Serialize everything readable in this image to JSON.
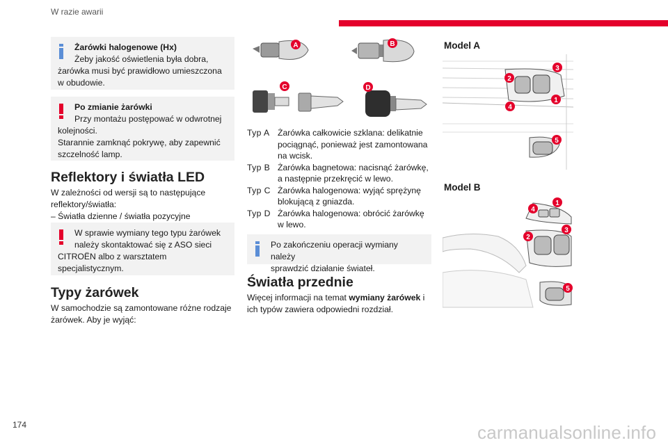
{
  "header": {
    "section": "W razie awarii"
  },
  "page": {
    "number": "174"
  },
  "watermark": "carmanualsonline.info",
  "left": {
    "note1": {
      "title": "Żarówki halogenowe (Hx)",
      "lines": [
        "Żeby jakość oświetlenia była dobra,",
        "żarówka musi być prawidłowo umieszczona",
        "w obudowie."
      ]
    },
    "note2": {
      "title": "Po zmianie żarówki",
      "lines": [
        "Przy montażu postępować w odwrotnej",
        "kolejności.",
        "Starannie zamknąć pokrywę, aby zapewnić",
        "szczelność lamp."
      ]
    },
    "heading1": "Reflektory i światła LED",
    "para1": [
      "W zależności od wersji są to następujące",
      "reflektory/światła:",
      "–  Światła dzienne / światła pozycyjne"
    ],
    "note3": {
      "lines": [
        "W sprawie wymiany tego typu żarówek",
        "należy skontaktować się z ASO sieci",
        "CITROËN albo z warsztatem",
        "specjalistycznym."
      ]
    },
    "heading2": "Typy żarówek",
    "para2": [
      "W samochodzie są zamontowane różne rodzaje",
      "żarówek. Aby je wyjąć:"
    ]
  },
  "middle": {
    "bulb_labels": [
      "A",
      "B",
      "C",
      "D"
    ],
    "types": [
      {
        "key": "Typ A",
        "lines": [
          "Żarówka całkowicie szklana: delikatnie",
          "pociągnąć, ponieważ jest zamontowana",
          "na wcisk."
        ]
      },
      {
        "key": "Typ B",
        "lines": [
          "Żarówka bagnetowa: nacisnąć żarówkę,",
          "a następnie przekręcić w lewo."
        ]
      },
      {
        "key": "Typ C",
        "lines": [
          "Żarówka halogenowa: wyjąć sprężynę",
          "blokującą z gniazda."
        ]
      },
      {
        "key": "Typ D",
        "lines": [
          "Żarówka halogenowa: obrócić żarówkę",
          "w lewo."
        ]
      }
    ],
    "note4": {
      "lines": [
        "Po zakończeniu operacji wymiany należy",
        "sprawdzić działanie świateł."
      ]
    },
    "heading3": "Światła przednie",
    "para3_pre": "Więcej informacji na temat ",
    "para3_bold": "wymiany żarówek",
    "para3_post": " i",
    "para3_line2": "ich typów zawiera odpowiedni rozdział."
  },
  "right": {
    "modelA": {
      "title": "Model A",
      "markers": [
        "2",
        "3",
        "4",
        "1",
        "5"
      ]
    },
    "modelB": {
      "title": "Model B",
      "markers": [
        "4",
        "1",
        "2",
        "3",
        "5"
      ]
    }
  },
  "colors": {
    "accent": "#e4002b",
    "info": "#5b8ed6",
    "warn": "#e4002b",
    "noteBg": "#f2f2f2"
  }
}
